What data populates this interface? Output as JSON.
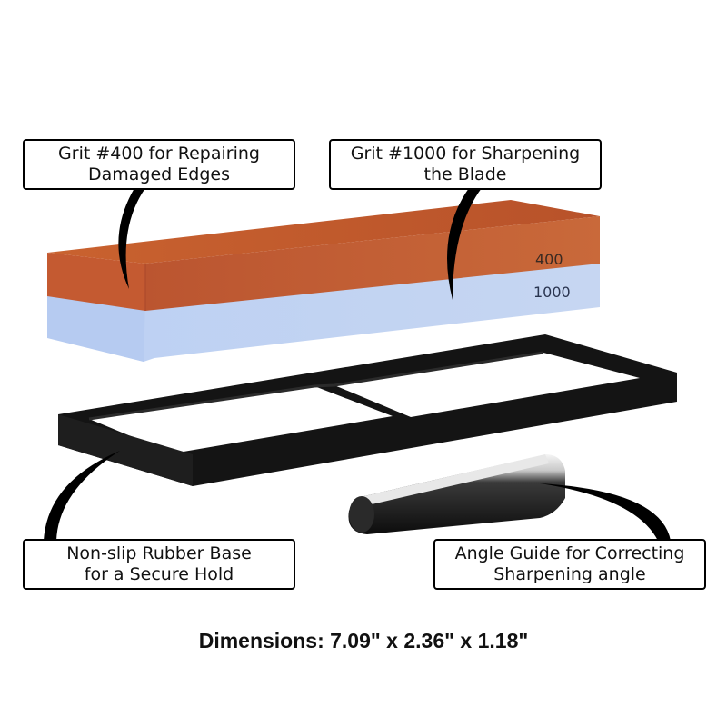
{
  "callouts": {
    "grit400": "Grit #400 for Repairing\nDamaged Edges",
    "grit1000": "Grit #1000 for Sharpening\nthe Blade",
    "base": "Non-slip Rubber Base\nfor a Secure Hold",
    "guide": "Angle Guide for Correcting\nSharpening angle"
  },
  "stone": {
    "top_label": "400",
    "bottom_label": "1000",
    "top_color": "#c4572f",
    "bottom_color": "#b9cdf0"
  },
  "base_color": "#151515",
  "dimensions": "Dimensions: 7.09\" x 2.36\" x 1.18\""
}
